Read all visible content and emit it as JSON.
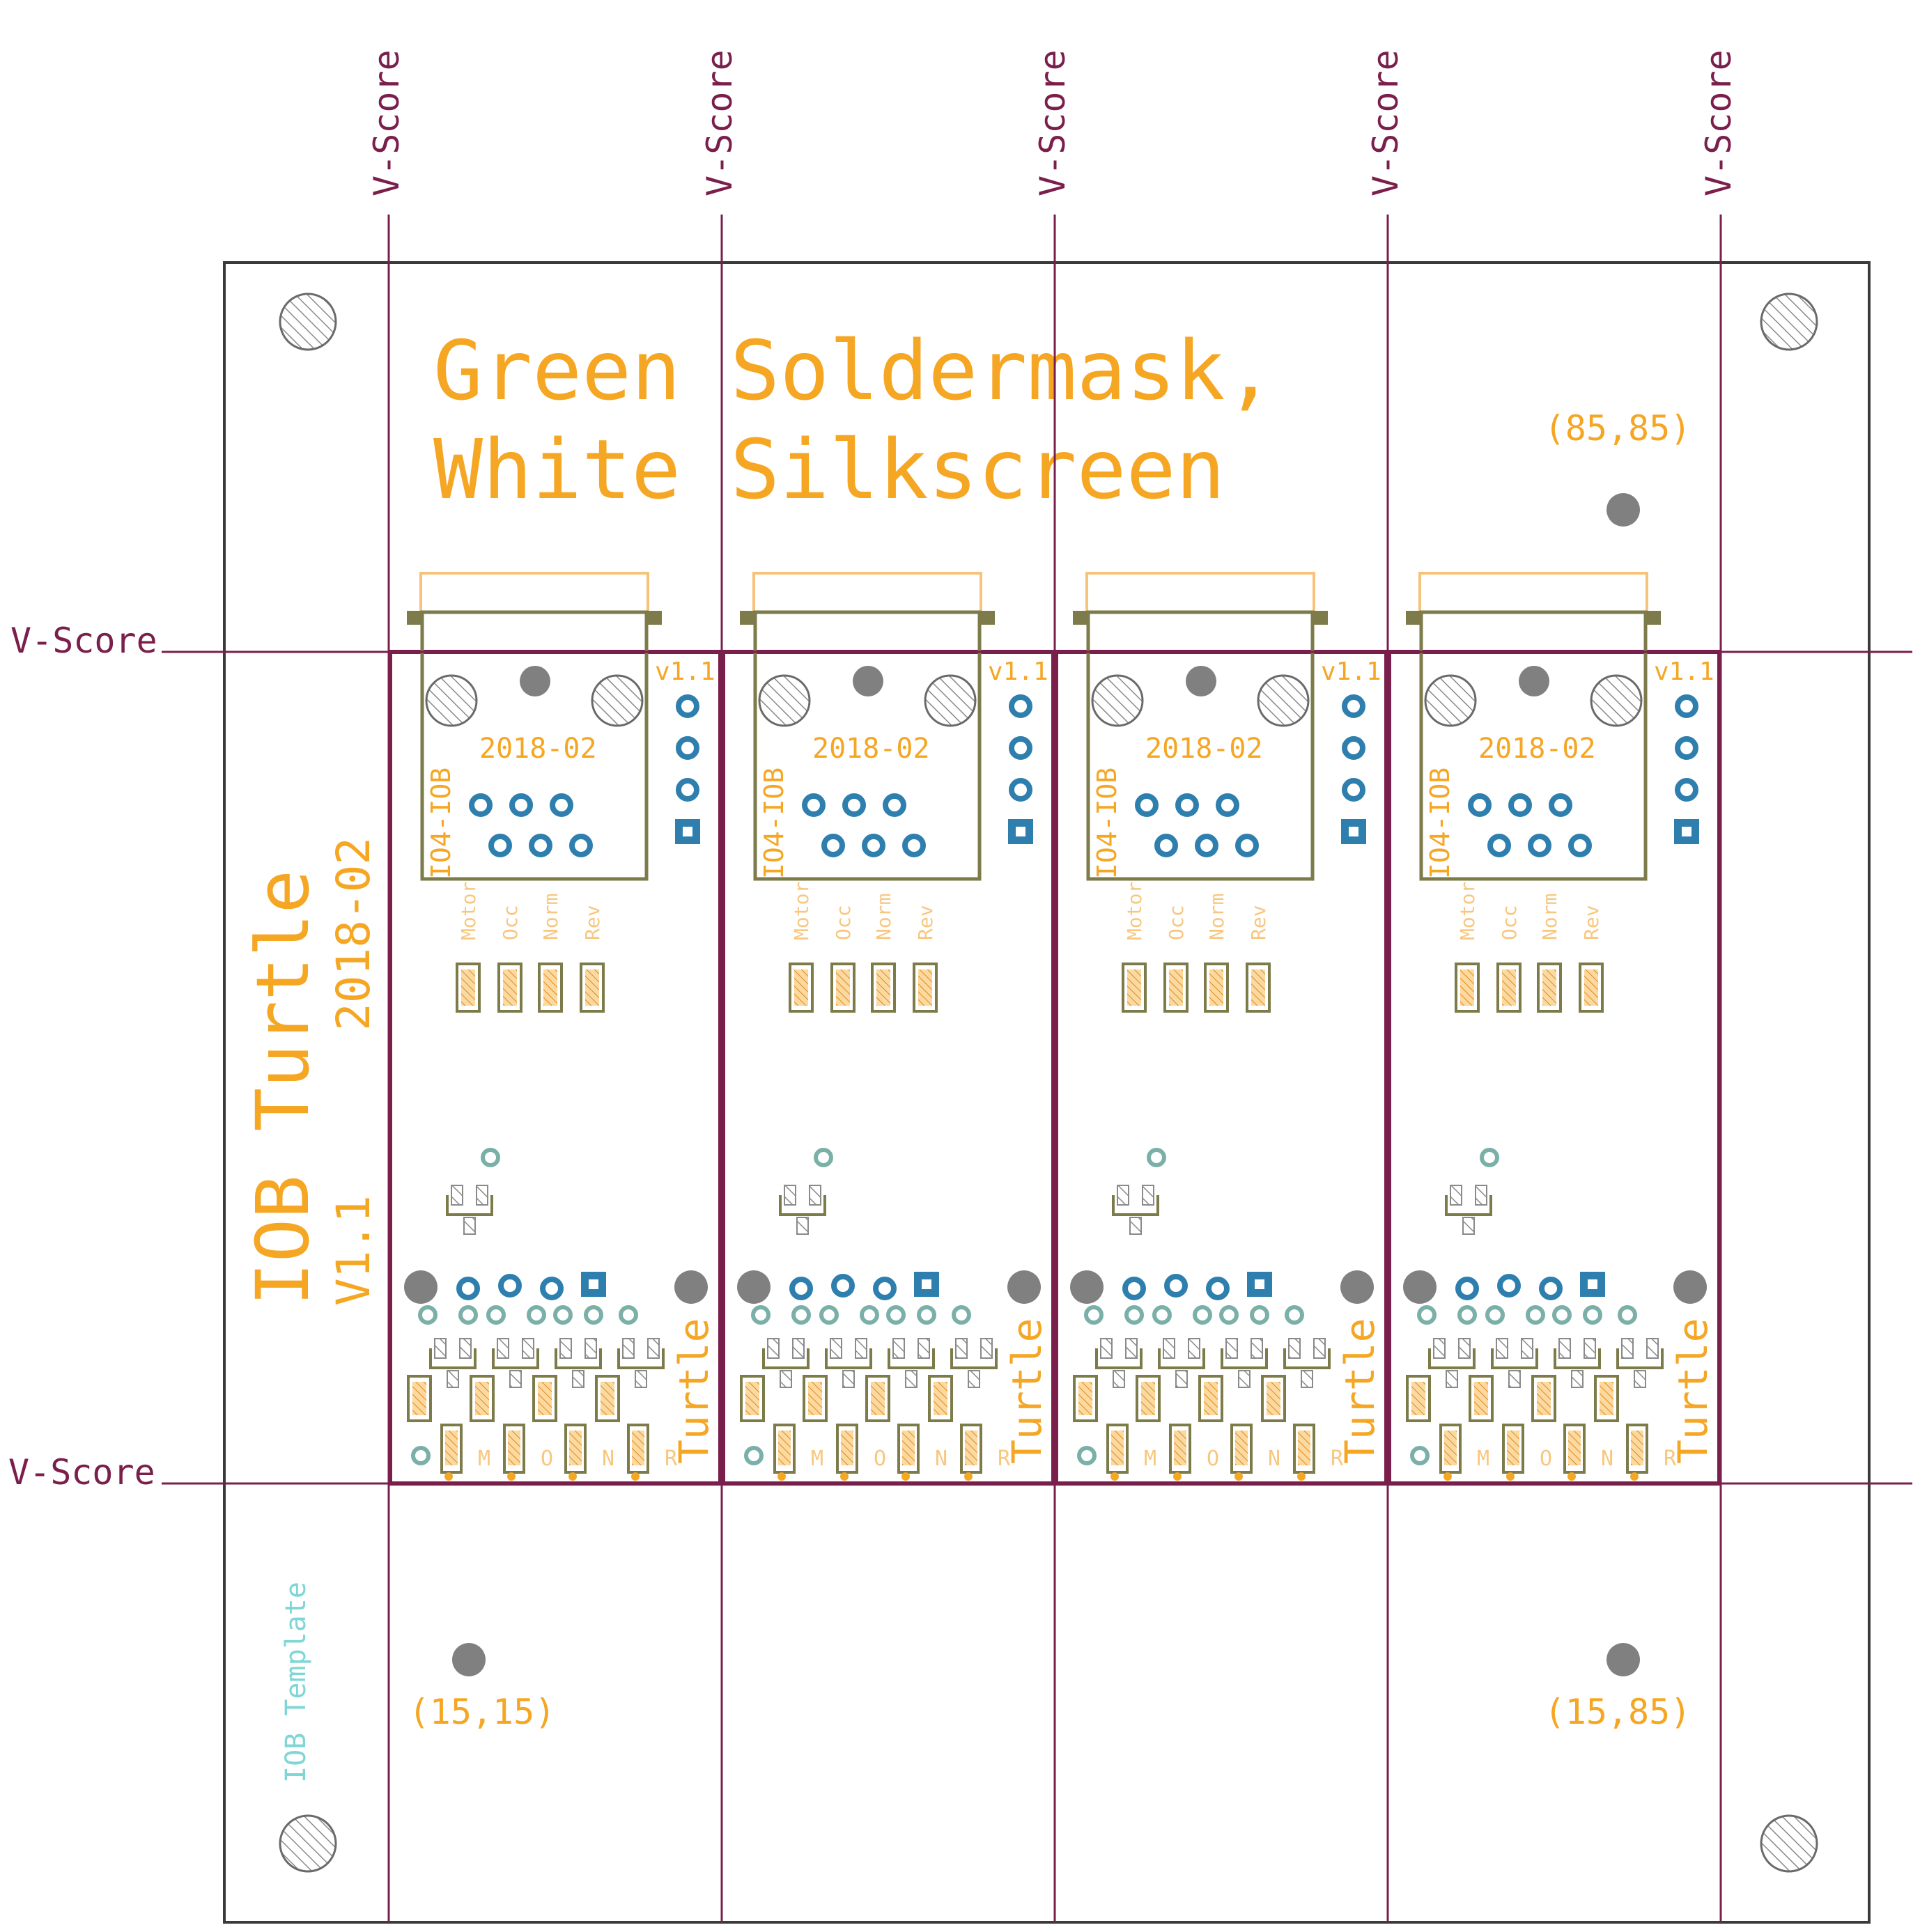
{
  "v_score_label": "V-Score",
  "title_line1": "Green Soldermask,",
  "title_line2": "White Silkscreen",
  "coords": {
    "top_right": "(85,85)",
    "bottom_left": "(15,15)",
    "bottom_right": "(15,85)"
  },
  "board_name": "IOB Turtle",
  "board_date": "2018-02",
  "board_version": "V1.1",
  "template_label": "IOB Template",
  "module": {
    "version": "v1.1",
    "date": "2018-02",
    "part": "IO4-IOB",
    "led_labels": [
      "Motor",
      "Occ",
      "Norm",
      "Rev"
    ],
    "bottom_letters": [
      "M",
      "O",
      "N",
      "R"
    ],
    "name": "Turtle"
  },
  "module_count": 4,
  "colors": {
    "vscore": "#7a1f4c",
    "silk_orange": "#f5a623",
    "outline": "#3a3a3a",
    "connector": "#7d7b4a",
    "via": "#2f7fae",
    "fiducial": "#808080",
    "template_cyan": "#7fd6d6"
  }
}
